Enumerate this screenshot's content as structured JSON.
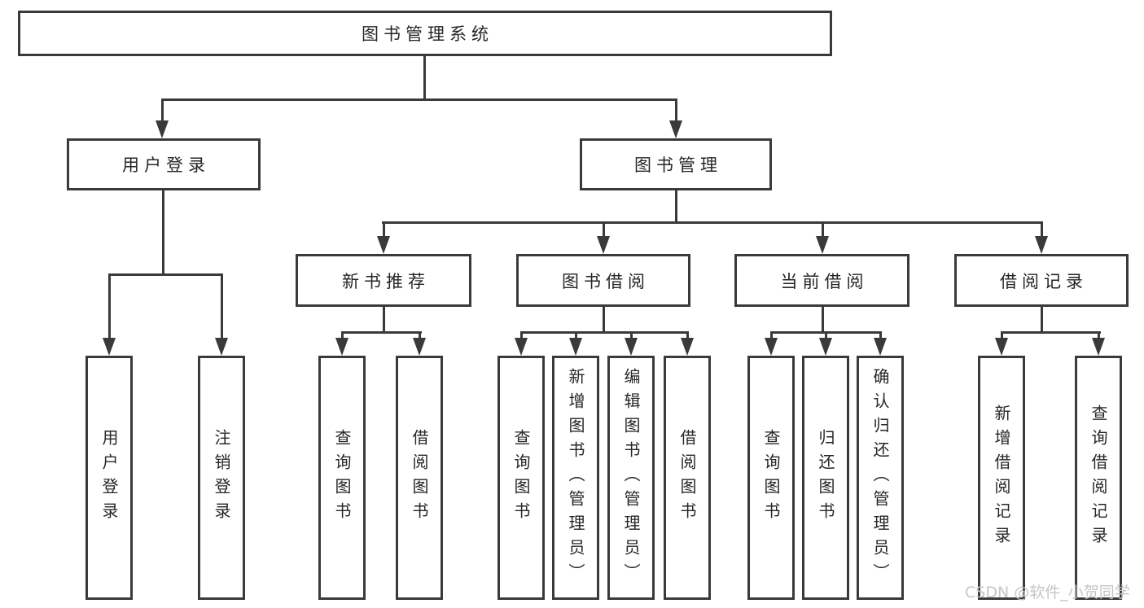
{
  "title": "图书管理系统",
  "nodes": {
    "user_login": "用户登录",
    "book_mgmt": "图书管理",
    "new_books": "新书推荐",
    "book_borrow": "图书借阅",
    "current_borrow": "当前借阅",
    "borrow_records": "借阅记录"
  },
  "leaves": {
    "user_login": [
      "用户登录",
      "注销登录"
    ],
    "new_books": [
      "查询图书",
      "借阅图书"
    ],
    "book_borrow": [
      "查询图书",
      "新增图书（管理员）",
      "编辑图书（管理员）",
      "借阅图书"
    ],
    "current_borrow": [
      "查询图书",
      "归还图书",
      "确认归还（管理员）"
    ],
    "borrow_records": [
      "新增借阅记录",
      "查询借阅记录"
    ]
  },
  "watermark": "CSDN @软件_小贺同学",
  "colors": {
    "line": "#3a3a3a",
    "text": "#262626",
    "watermark": "#c5c5c5",
    "background": "#ffffff"
  }
}
